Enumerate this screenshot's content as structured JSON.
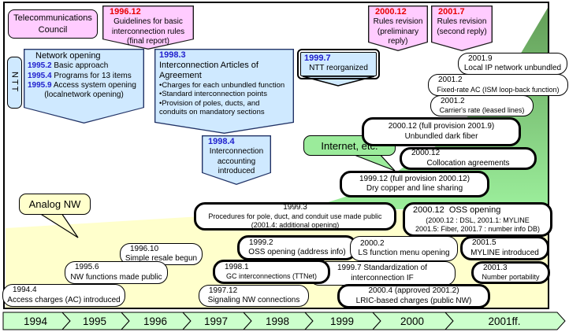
{
  "council": {
    "lines": [
      "Telecommunications",
      "Council"
    ]
  },
  "ntt_label": "NTT",
  "banners": {
    "guidelines": {
      "date": "1996.12",
      "lines": [
        "Guidelines for basic",
        "interconnection rules",
        "(final report)"
      ]
    },
    "rules_preliminary": {
      "date": "2000.12",
      "lines": [
        "Rules revision",
        "(preliminary",
        "reply)"
      ]
    },
    "rules_second": {
      "date": "2001.7",
      "lines": [
        "Rules revision",
        "(second reply)"
      ]
    },
    "network_opening": {
      "title": "Network opening",
      "items": [
        {
          "date": "1995.2",
          "text": "Basic approach"
        },
        {
          "date": "1995.4",
          "text": "Programs for 13 items"
        },
        {
          "date": "1995.9",
          "text": "Access system opening"
        }
      ],
      "note": "(localnetwork opening)"
    },
    "interconnection_articles": {
      "date": "1998.3",
      "title": "Interconnection Articles of Agreement",
      "bullets": [
        "•Charges for each unbundled function",
        "•Standard interconnection points",
        "•Provision of poles, ducts, and",
        "conduits on mandatory sections"
      ]
    },
    "interconnection_accounting": {
      "date": "1998.4",
      "lines": [
        "Interconnection",
        "accounting",
        "introduced"
      ]
    },
    "ntt_reorganized": {
      "date": "1999.7",
      "text": "NTT reorganized"
    }
  },
  "bubbles": {
    "internet": "Internet, etc.",
    "analog": "Analog NW"
  },
  "events": [
    {
      "lines": [
        "2001.9",
        "Local IP network unbundled"
      ]
    },
    {
      "lines": [
        "2001.2",
        "Fixed-rate AC (ISM loop-back function)"
      ]
    },
    {
      "lines": [
        "2001.2",
        "Carrier's rate (leased lines)"
      ]
    },
    {
      "lines": [
        "2000.12 (full provision 2001.9)",
        "Unbundled dark fiber"
      ]
    },
    {
      "lines": [
        "2000.12",
        "Collocation agreements"
      ]
    },
    {
      "lines": [
        "1999.12 (full provision 2000.12)",
        "Dry copper and line sharing"
      ]
    },
    {
      "lines": [
        "1999.3",
        "Procedures for pole, duct, and conduit use made public",
        "(2001.4: additional opening)"
      ]
    },
    {
      "lines": [
        "2000.12  OSS opening",
        "(2000.12 : DSL, 2001.1: MYLINE",
        "2001.5: Fiber, 2001.7 : number info DB)"
      ]
    },
    {
      "lines": [
        "1999.2",
        "OSS opening (address info)"
      ]
    },
    {
      "lines": [
        "2000.2",
        "LS function menu opening"
      ]
    },
    {
      "lines": [
        "2001.5",
        "MYLINE introduced"
      ]
    },
    {
      "lines": [
        "1999.7 Standardization of",
        "interconnection IF"
      ]
    },
    {
      "lines": [
        "2001.3",
        "Number portability"
      ]
    },
    {
      "lines": [
        "1998.1",
        "GC interconnections (TTNet)"
      ]
    },
    {
      "lines": [
        "1997.12",
        "Signaling NW connections"
      ]
    },
    {
      "lines": [
        "2000.4 (approved 2001.2)",
        "LRIC-based charges (public NW)"
      ]
    },
    {
      "lines": [
        "1996.10",
        "Simple resale begun"
      ]
    },
    {
      "lines": [
        "1995.6",
        "NW functions made public"
      ]
    },
    {
      "lines": [
        "1994.4",
        "Access charges (AC) introduced"
      ]
    }
  ],
  "timeline": {
    "years": [
      "1994",
      "1995",
      "1996",
      "1997",
      "1998",
      "1999",
      "2000",
      "2001ff."
    ]
  },
  "colors": {
    "pink": "#FFCCFF",
    "light_blue": "#CFE9FF",
    "bubble_green": "#9BEB9B",
    "cream": "#FFFFCC",
    "timeline_green": "#CCFFCC",
    "growth_green_dark": "#639E58",
    "growth_green_light": "#9CEF9C",
    "date_red": "#E80000",
    "date_blue": "#2121CE"
  }
}
